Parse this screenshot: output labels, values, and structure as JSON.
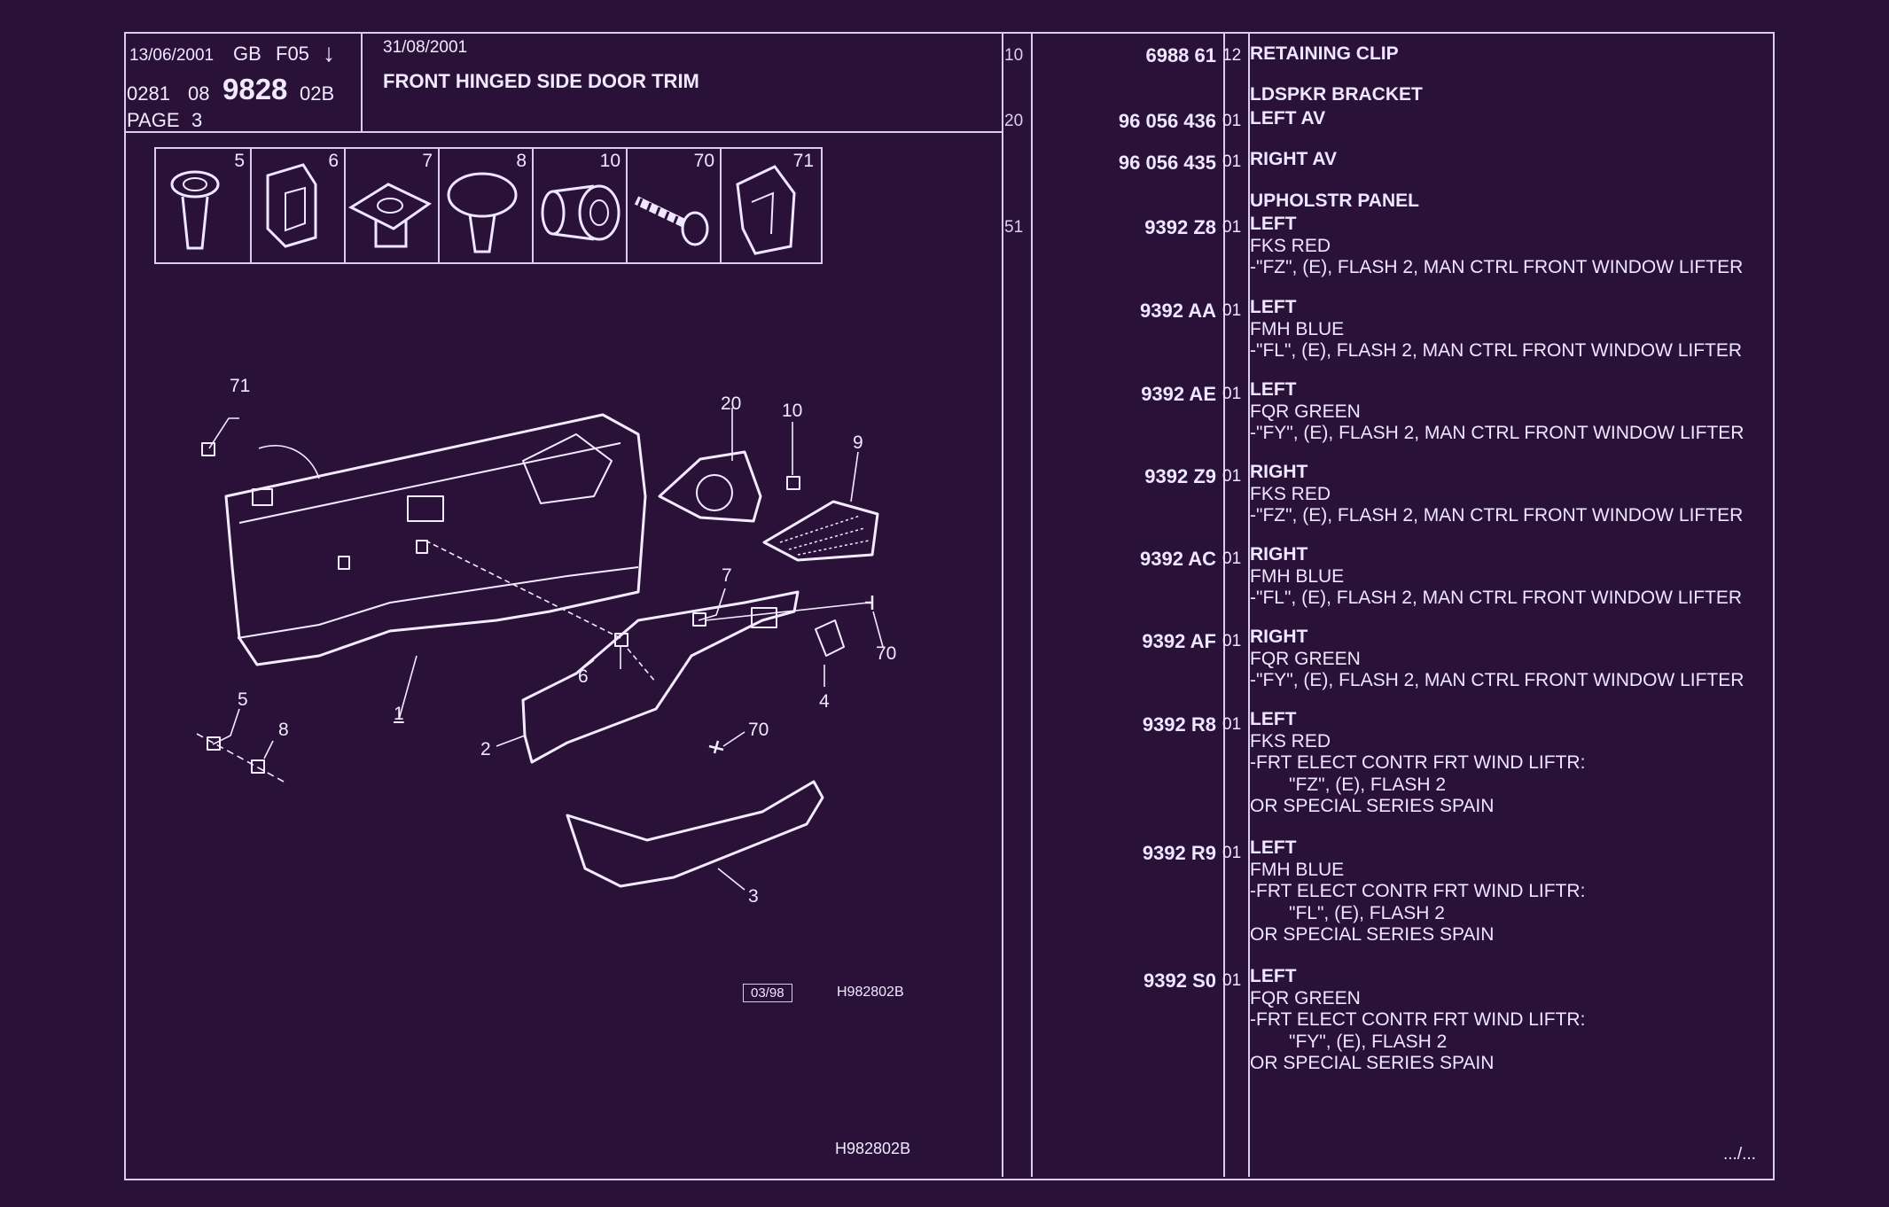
{
  "header": {
    "date1": "13/06/2001",
    "lang": "GB",
    "code": "F05",
    "arrow": "↓",
    "catalog_prefix": "0281",
    "catalog_sub": "08",
    "group_number": "9828",
    "group_suffix": "02B",
    "page_label": "PAGE",
    "page_number": "3",
    "date2": "31/08/2001",
    "title": "FRONT HINGED SIDE DOOR TRIM"
  },
  "icon_parts": [
    {
      "num": "5",
      "icon": "plug-clip-icon"
    },
    {
      "num": "6",
      "icon": "bracket-clip-icon"
    },
    {
      "num": "7",
      "icon": "square-nut-clip-icon"
    },
    {
      "num": "8",
      "icon": "push-rivet-icon"
    },
    {
      "num": "10",
      "icon": "sleeve-nut-icon"
    },
    {
      "num": "70",
      "icon": "screw-icon"
    },
    {
      "num": "71",
      "icon": "spring-clip-icon"
    }
  ],
  "drawing": {
    "callouts": [
      "71",
      "20",
      "10",
      "9",
      "7",
      "70",
      "6",
      "4",
      "70",
      "1",
      "5",
      "8",
      "2",
      "3"
    ],
    "stamp": "03/98",
    "ref_code": "H982802B",
    "bottom_code": "H982802B"
  },
  "parts_list": [
    {
      "ref": "10",
      "part_number": "6988 61",
      "qty": "12",
      "lines": [
        "RETAINING CLIP"
      ]
    },
    {
      "ref": "",
      "part_number": "",
      "qty": "",
      "lines": [
        "LDSPKR BRACKET"
      ]
    },
    {
      "ref": "20",
      "part_number": "96 056 436",
      "qty": "01",
      "lines": [
        "LEFT AV"
      ]
    },
    {
      "ref": "",
      "part_number": "96 056 435",
      "qty": "01",
      "lines": [
        "RIGHT AV"
      ]
    },
    {
      "ref": "",
      "part_number": "",
      "qty": "",
      "lines": [
        "UPHOLSTR PANEL"
      ]
    },
    {
      "ref": "51",
      "part_number": "9392 Z8",
      "qty": "01",
      "lines": [
        "LEFT",
        "FKS RED",
        "-\"FZ\", (E), FLASH 2, MAN CTRL FRONT WINDOW LIFTER"
      ]
    },
    {
      "ref": "",
      "part_number": "9392 AA",
      "qty": "01",
      "lines": [
        "LEFT",
        "FMH BLUE",
        "-\"FL\", (E), FLASH 2, MAN CTRL FRONT WINDOW LIFTER"
      ]
    },
    {
      "ref": "",
      "part_number": "9392 AE",
      "qty": "01",
      "lines": [
        "LEFT",
        "FQR GREEN",
        "-\"FY\", (E), FLASH 2, MAN CTRL FRONT WINDOW LIFTER"
      ]
    },
    {
      "ref": "",
      "part_number": "9392 Z9",
      "qty": "01",
      "lines": [
        "RIGHT",
        "FKS RED",
        "-\"FZ\", (E), FLASH 2, MAN CTRL FRONT WINDOW LIFTER"
      ]
    },
    {
      "ref": "",
      "part_number": "9392 AC",
      "qty": "01",
      "lines": [
        "RIGHT",
        "FMH BLUE",
        "-\"FL\", (E), FLASH 2, MAN CTRL FRONT WINDOW LIFTER"
      ]
    },
    {
      "ref": "",
      "part_number": "9392 AF",
      "qty": "01",
      "lines": [
        "RIGHT",
        "FQR GREEN",
        "-\"FY\", (E), FLASH 2, MAN CTRL FRONT WINDOW LIFTER"
      ]
    },
    {
      "ref": "",
      "part_number": "9392 R8",
      "qty": "01",
      "lines": [
        "LEFT",
        "FKS RED",
        "-FRT ELECT CONTR FRT WIND LIFTR:",
        "\"FZ\", (E), FLASH 2",
        "OR SPECIAL SERIES SPAIN"
      ]
    },
    {
      "ref": "",
      "part_number": "9392 R9",
      "qty": "01",
      "lines": [
        "LEFT",
        "FMH BLUE",
        "-FRT ELECT CONTR FRT WIND LIFTR:",
        "\"FL\", (E), FLASH 2",
        "OR SPECIAL SERIES SPAIN"
      ]
    },
    {
      "ref": "",
      "part_number": "9392 S0",
      "qty": "01",
      "lines": [
        "LEFT",
        "FQR GREEN",
        "-FRT ELECT CONTR FRT WIND LIFTR:",
        "\"FY\", (E), FLASH 2",
        "OR SPECIAL SERIES SPAIN"
      ]
    }
  ],
  "continuation": ".../...",
  "colors": {
    "background": "#2a1138",
    "line": "#d9ccf0",
    "text": "#f1eaff"
  }
}
